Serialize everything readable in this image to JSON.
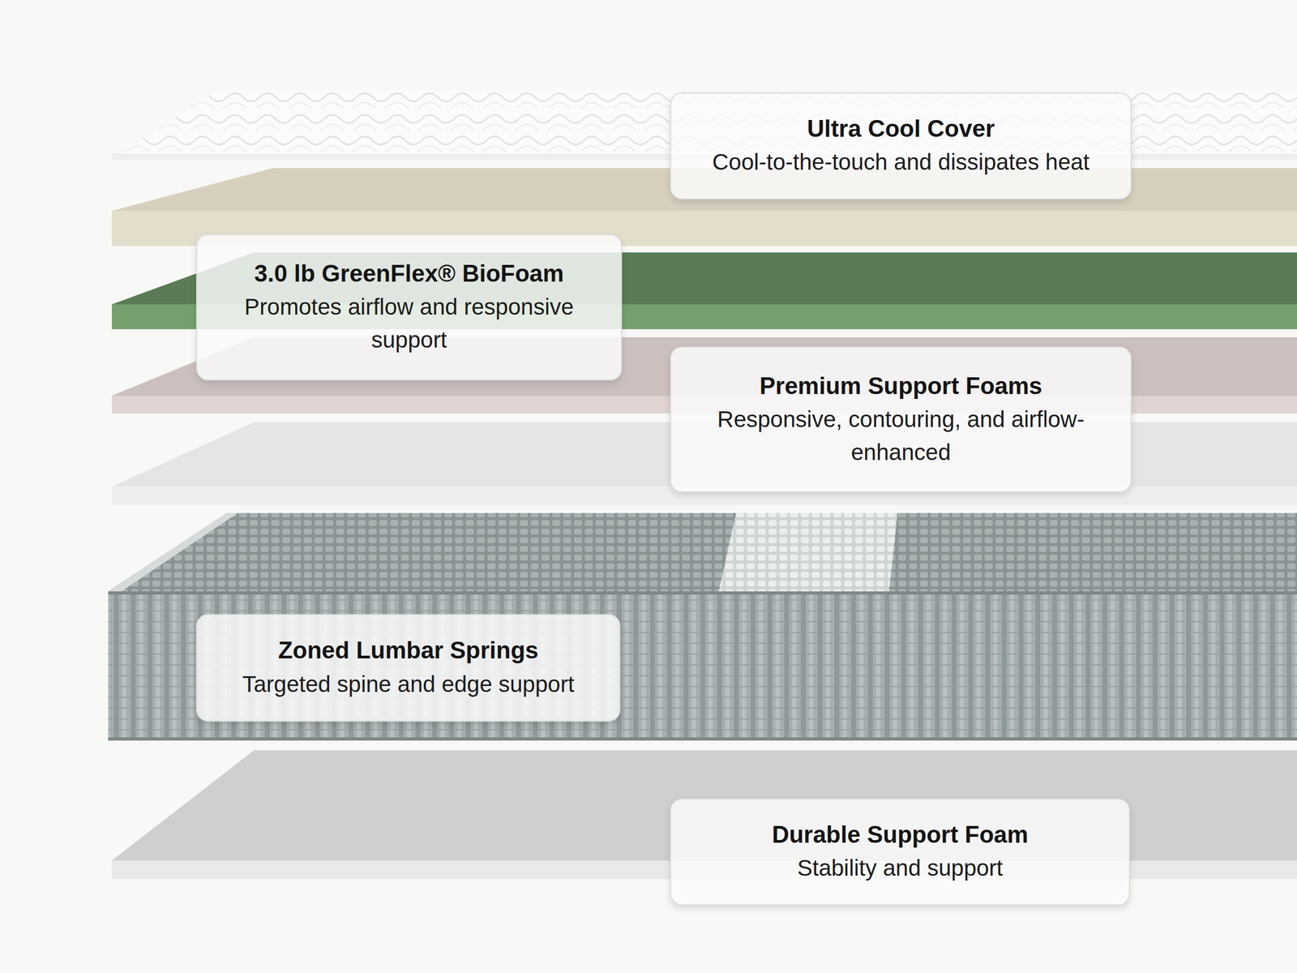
{
  "diagram": {
    "nodes": [
      {
        "text": [
          "Ultra Cool Cover",
          "Cool-to-the-touch and dissipates heat"
        ]
      },
      {
        "text": [
          "3.0 lb GreenFlex® BioFoam",
          "Promotes airflow and responsive support"
        ]
      },
      {
        "text": [
          "Premium Support Foams",
          "Responsive, contouring, and airflow-enhanced"
        ]
      },
      {
        "text": [
          "Zoned Lumbar Springs",
          "Targeted spine and edge support"
        ]
      },
      {
        "text": [
          "Durable Support Foam",
          "Stability and support"
        ]
      }
    ]
  }
}
